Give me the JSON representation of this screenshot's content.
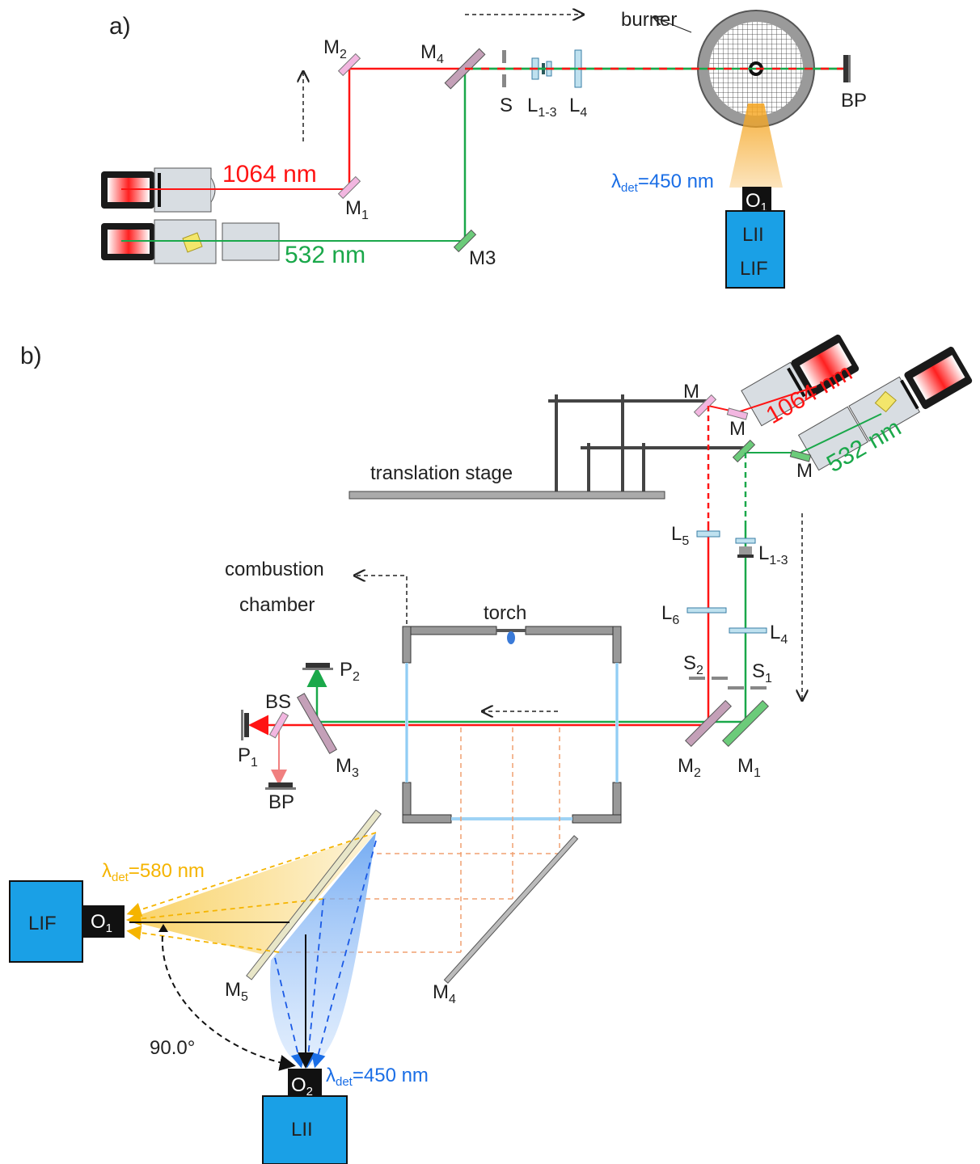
{
  "panel_a": {
    "label": "a)",
    "wavelength_red": "1064 nm",
    "wavelength_green": "532 nm",
    "burner": "burner",
    "mirrors": [
      "M",
      "M",
      "M",
      "M3"
    ],
    "mirror_subs": [
      "1",
      "2",
      "4"
    ],
    "lens_L": "L",
    "lens_sub_13": "1-3",
    "lens_sub_4": "4",
    "shutter": "S",
    "beam_profiler": "BP",
    "det_lambda": "λ",
    "det_sub": "det",
    "det_value": "=450 nm",
    "objective": "O",
    "objective_sub": "1",
    "camera_lines": [
      "LII",
      "LIF"
    ]
  },
  "panel_b": {
    "label": "b)",
    "wavelength_red": "1064 nm",
    "wavelength_green": "532 nm",
    "translation_stage": "translation stage",
    "combustion_chamber": [
      "combustion",
      "chamber"
    ],
    "torch": "torch",
    "mirror_M": "M",
    "lens_L": "L",
    "lens_subs": [
      "5",
      "6",
      "1-3",
      "4"
    ],
    "slit_S": "S",
    "slit_subs": [
      "2",
      "1"
    ],
    "mirror_subs": [
      "2",
      "1",
      "3",
      "4",
      "5"
    ],
    "beam_splitter": "BS",
    "profilers": [
      "P",
      "P"
    ],
    "profiler_subs": [
      "2",
      "1"
    ],
    "beam_profiler": "BP",
    "det_lambda": "λ",
    "det_sub": "det",
    "det_lif_value": "=580 nm",
    "det_lii_value": "=450 nm",
    "angle": "90.0°",
    "objective": "O",
    "objective_subs": [
      "1",
      "2"
    ],
    "camera_lif": "LIF",
    "camera_lii": "LII"
  },
  "colors": {
    "laser_red": "#ff1414",
    "laser_green": "#1aa84a",
    "detector_blue": "#1aa0e6",
    "emission_orange": "#f5b400",
    "label_blue": "#1a6ee6"
  }
}
